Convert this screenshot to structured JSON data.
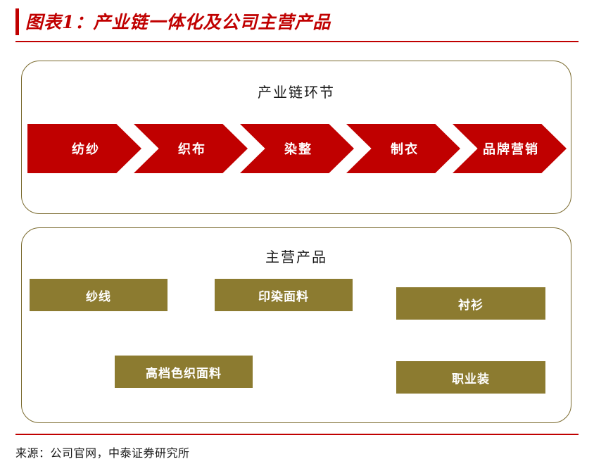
{
  "figure": {
    "title": "图表1：产业链一体化及公司主营产品",
    "accent_color": "#c00000",
    "arrow_color": "#c00000",
    "box_color": "#8c7b30",
    "panel_border_color": "#7a6a2e"
  },
  "chain_panel": {
    "heading": "产业链环节",
    "steps": [
      {
        "label": "纺纱"
      },
      {
        "label": "织布"
      },
      {
        "label": "染整"
      },
      {
        "label": "制衣"
      },
      {
        "label": "品牌营销"
      }
    ]
  },
  "products_panel": {
    "heading": "主营产品",
    "items": [
      {
        "label": "纱线"
      },
      {
        "label": "印染面料"
      },
      {
        "label": "衬衫"
      },
      {
        "label": "高档色织面料"
      },
      {
        "label": "职业装"
      }
    ]
  },
  "footer": {
    "source": "来源：公司官网，中泰证券研究所"
  }
}
